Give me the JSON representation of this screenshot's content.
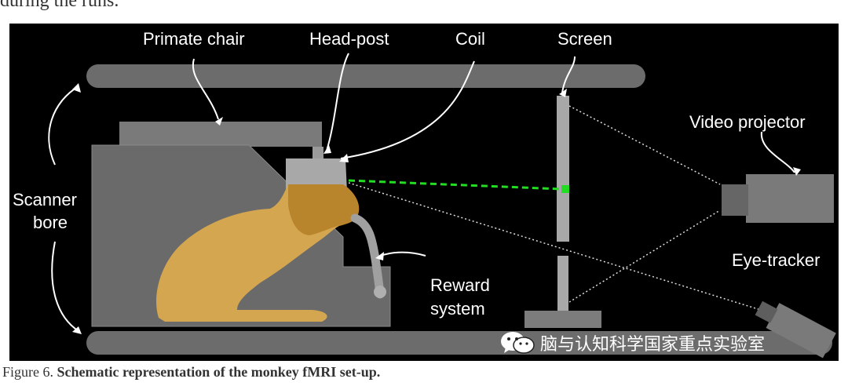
{
  "prev_text": "during the runs.",
  "labels": {
    "primate_chair": "Primate chair",
    "head_post": "Head-post",
    "coil": "Coil",
    "screen": "Screen",
    "video_projector": "Video projector",
    "scanner_line1": "Scanner",
    "scanner_line2": "bore",
    "reward_line1": "Reward",
    "reward_line2": "system",
    "eye_tracker": "Eye-tracker"
  },
  "watermark": {
    "text": "脑与认知科学国家重点实验室",
    "icon": "wechat-icon"
  },
  "caption": {
    "prefix": "Figure 6.",
    "title": "Schematic representation of the monkey fMRI set-up."
  },
  "colors": {
    "background": "#000000",
    "gray_shape": "#6f6f6f",
    "light_gray": "#9a9a9a",
    "monkey": "#d4a64f",
    "laser": "#22dd22"
  }
}
